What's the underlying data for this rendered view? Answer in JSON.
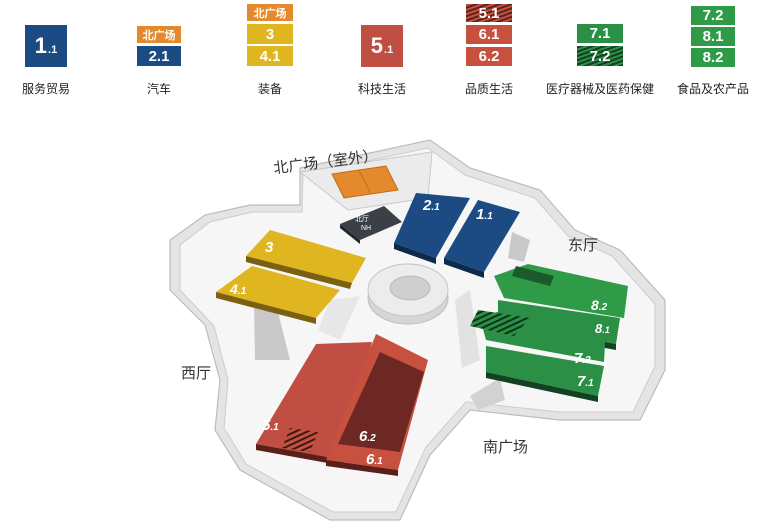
{
  "colors": {
    "service": "#1b4b82",
    "north": "#e48a2c",
    "equip": "#e0b620",
    "tech": "#c04e42",
    "quality": "#c7503f",
    "medical": "#2b8f46",
    "food": "#2f9a47",
    "shell": "#f3f3f3",
    "hub": "#dedede"
  },
  "legend": [
    {
      "label": "服务贸易",
      "chips": [
        {
          "num": "1",
          "sub": ".1",
          "color": "service"
        }
      ]
    },
    {
      "label": "汽车",
      "chips": [
        {
          "num": "北广场",
          "sub": "",
          "color": "north"
        },
        {
          "num": "2.1",
          "sub": "",
          "color": "service"
        }
      ]
    },
    {
      "label": "装备",
      "chips": [
        {
          "num": "北广场",
          "sub": "",
          "color": "north"
        },
        {
          "num": "3",
          "sub": "",
          "color": "equip"
        },
        {
          "num": "4.1",
          "sub": "",
          "color": "equip"
        }
      ]
    },
    {
      "label": "科技生活",
      "chips": [
        {
          "num": "5",
          "sub": ".1",
          "color": "tech"
        }
      ]
    },
    {
      "label": "品质生活",
      "chips": [
        {
          "num": "5.1",
          "sub": "",
          "color": "quality",
          "hatched": true
        },
        {
          "num": "6.1",
          "sub": "",
          "color": "quality"
        },
        {
          "num": "6.2",
          "sub": "",
          "color": "quality"
        }
      ]
    },
    {
      "label": "医疗器械及医药保健",
      "chips": [
        {
          "num": "7.1",
          "sub": "",
          "color": "medical"
        },
        {
          "num": "7.2",
          "sub": "",
          "color": "medical",
          "hatched": true
        }
      ]
    },
    {
      "label": "食品及农产品",
      "chips": [
        {
          "num": "7.2",
          "sub": "",
          "color": "food"
        },
        {
          "num": "8.1",
          "sub": "",
          "color": "food"
        },
        {
          "num": "8.2",
          "sub": "",
          "color": "food"
        }
      ]
    }
  ],
  "map": {
    "north_plaza": "北广场（室外）",
    "east_hall": "东厅",
    "west_hall": "西厅",
    "south_plaza": "南广场",
    "nh_top": "北厅",
    "nh_bottom": "NH",
    "halls": [
      {
        "num": "1",
        "sub": ".1"
      },
      {
        "num": "2",
        "sub": ".1"
      },
      {
        "num": "3",
        "sub": ""
      },
      {
        "num": "4",
        "sub": ".1"
      },
      {
        "num": "5",
        "sub": ".1"
      },
      {
        "num": "6",
        "sub": ".2"
      },
      {
        "num": "6",
        "sub": ".1"
      },
      {
        "num": "7",
        "sub": ".1"
      },
      {
        "num": "7",
        "sub": ".2"
      },
      {
        "num": "8",
        "sub": ".1"
      },
      {
        "num": "8",
        "sub": ".2"
      }
    ]
  }
}
